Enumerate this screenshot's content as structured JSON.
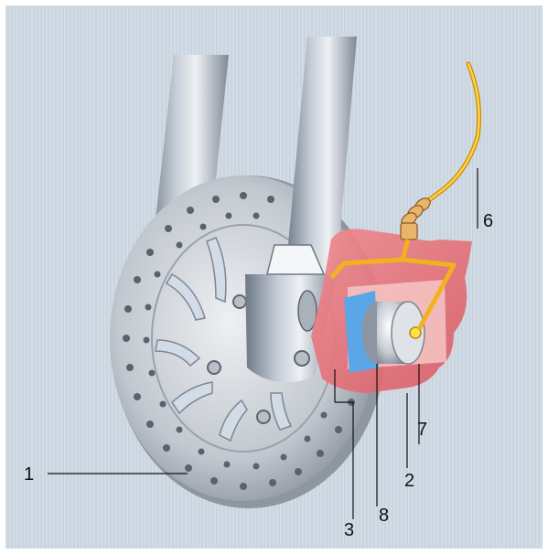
{
  "callouts": [
    {
      "id": "c1",
      "label": "1"
    },
    {
      "id": "c2",
      "label": "2"
    },
    {
      "id": "c3",
      "label": "3"
    },
    {
      "id": "c6",
      "label": "6"
    },
    {
      "id": "c7",
      "label": "7"
    },
    {
      "id": "c8",
      "label": "8"
    }
  ],
  "colors": {
    "background": "#d2dce6",
    "fork": "#9aa6b4",
    "disc": "#c5cbd2",
    "caliper": "#e8707a",
    "hydraulic_line": "#f2b21e",
    "piston": "#c8ccd4",
    "pad": "#5aa6e6"
  }
}
